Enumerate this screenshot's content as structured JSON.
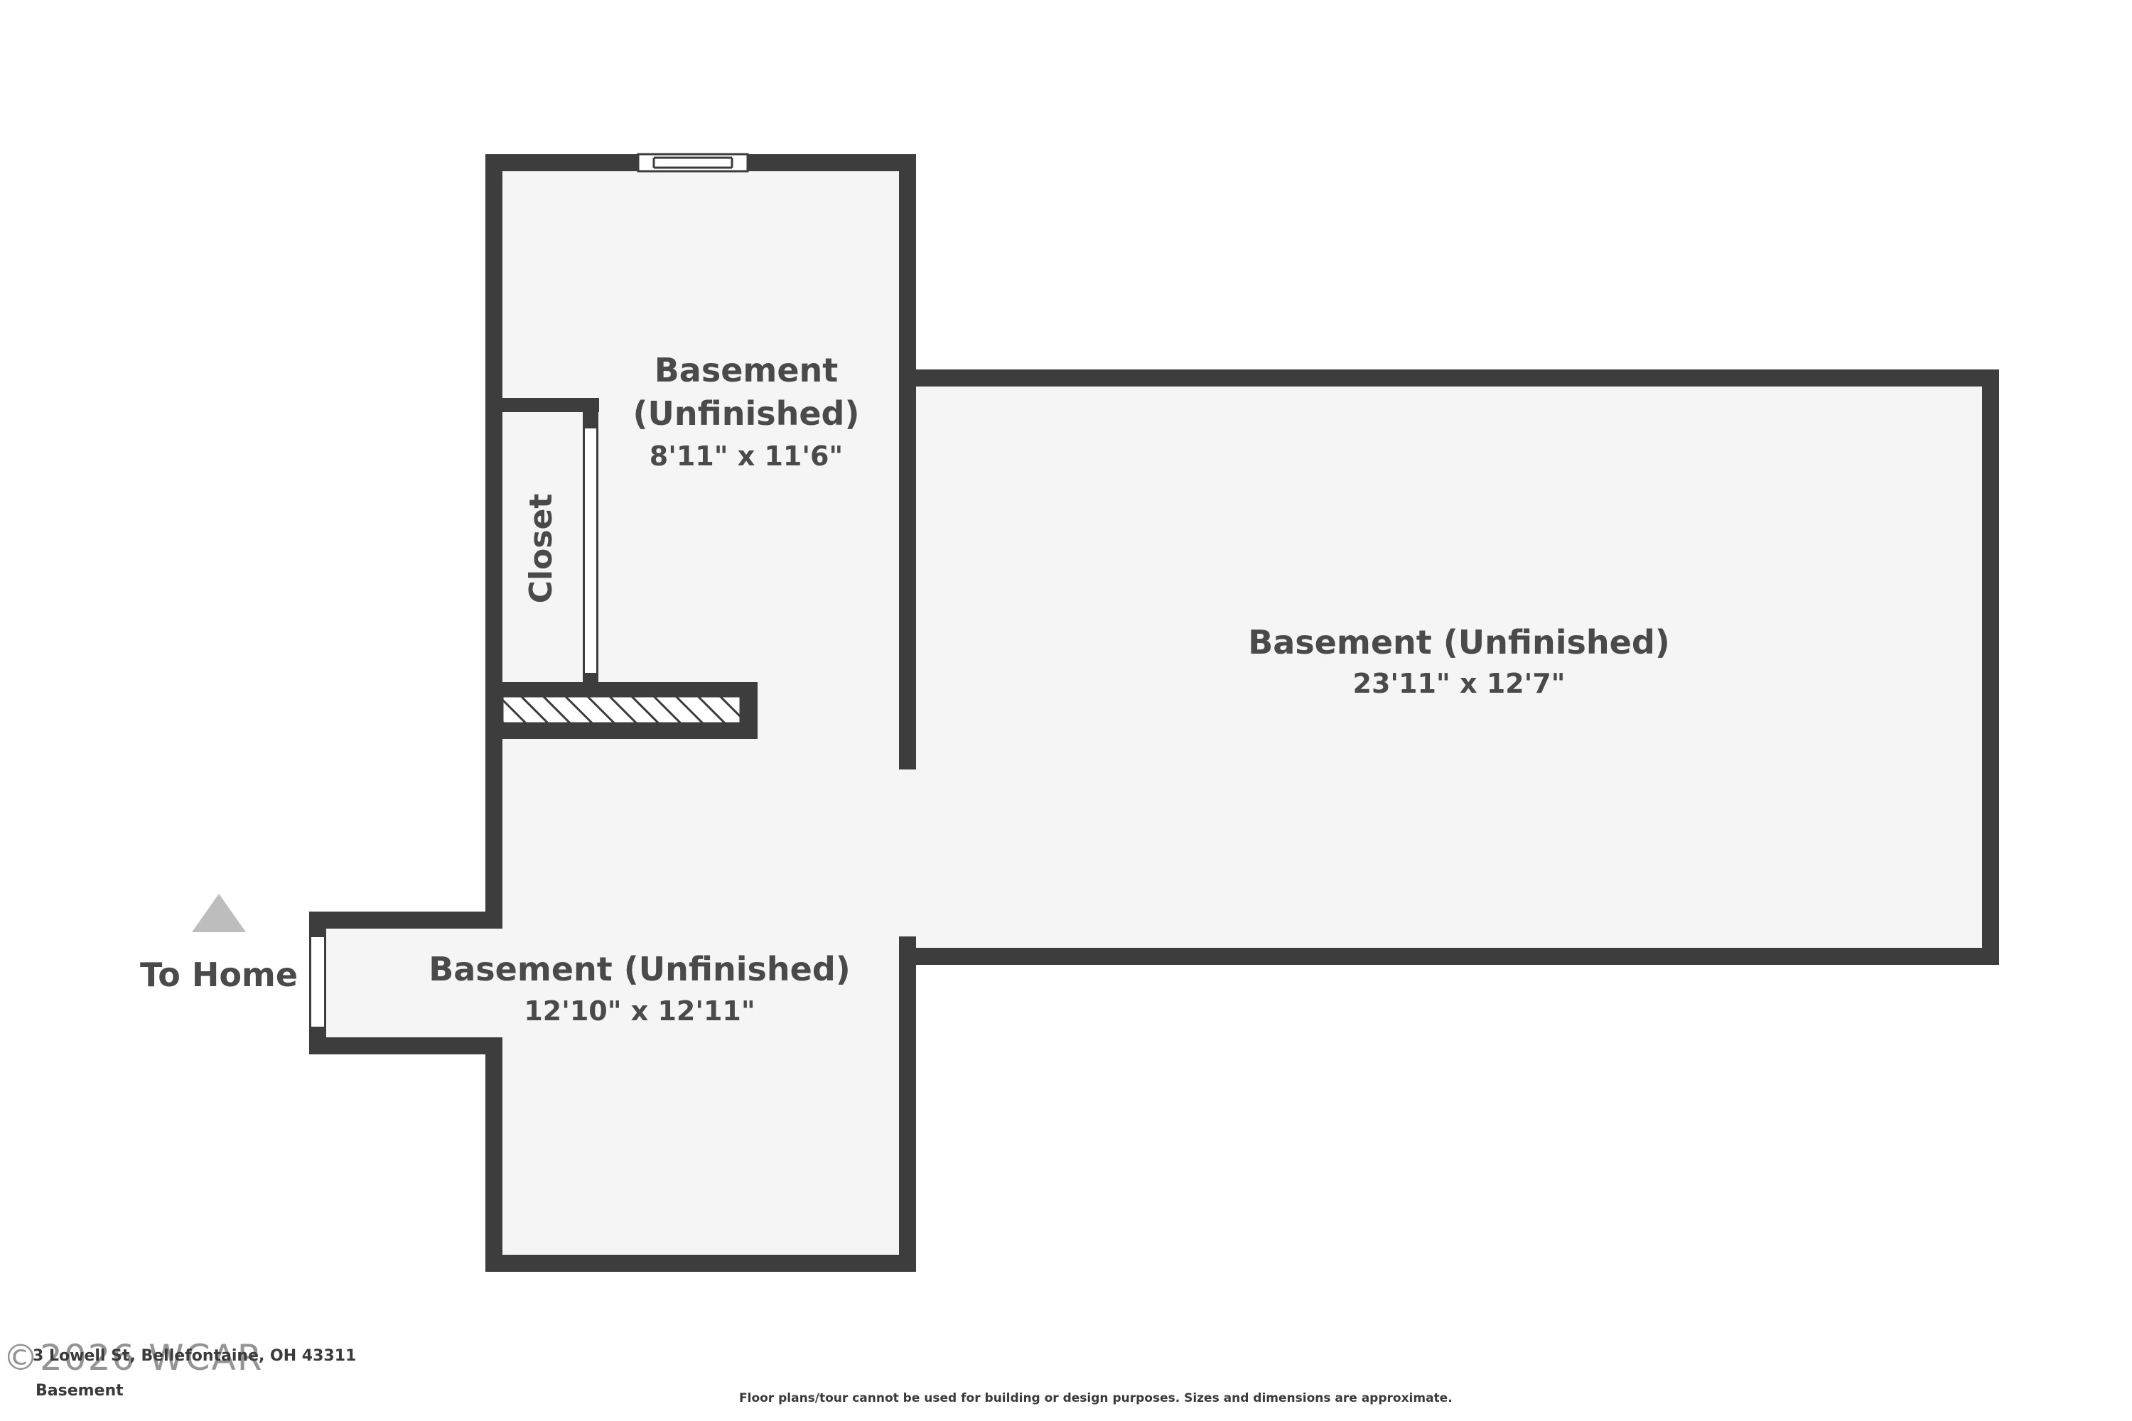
{
  "floorplan": {
    "rooms": [
      {
        "name": "Basement\n(Unfinished)",
        "line1": "Basement",
        "line2": "(Unfinished)",
        "dimensions": "8'11\" x 11'6\""
      },
      {
        "name": "Basement (Unfinished)",
        "line1": "Basement (Unfinished)",
        "dimensions": "23'11\" x 12'7\""
      },
      {
        "name": "Basement (Unfinished)",
        "line1": "Basement (Unfinished)",
        "dimensions": "12'10\" x 12'11\""
      }
    ],
    "closet_label": "Closet",
    "to_home_label": "To Home"
  },
  "footer": {
    "address": "3 Lowell St, Bellefontaine, OH 43311",
    "floor_name": "Basement",
    "disclaimer": "Floor plans/tour cannot be used for building or design purposes. Sizes and dimensions are approximate."
  },
  "watermark": {
    "text": "©2026 WCAR"
  },
  "colors": {
    "wall": "#3d3d3d",
    "floor": "#f5f5f5",
    "label": "#4a4a4a",
    "arrow": "#bdbdbd"
  }
}
